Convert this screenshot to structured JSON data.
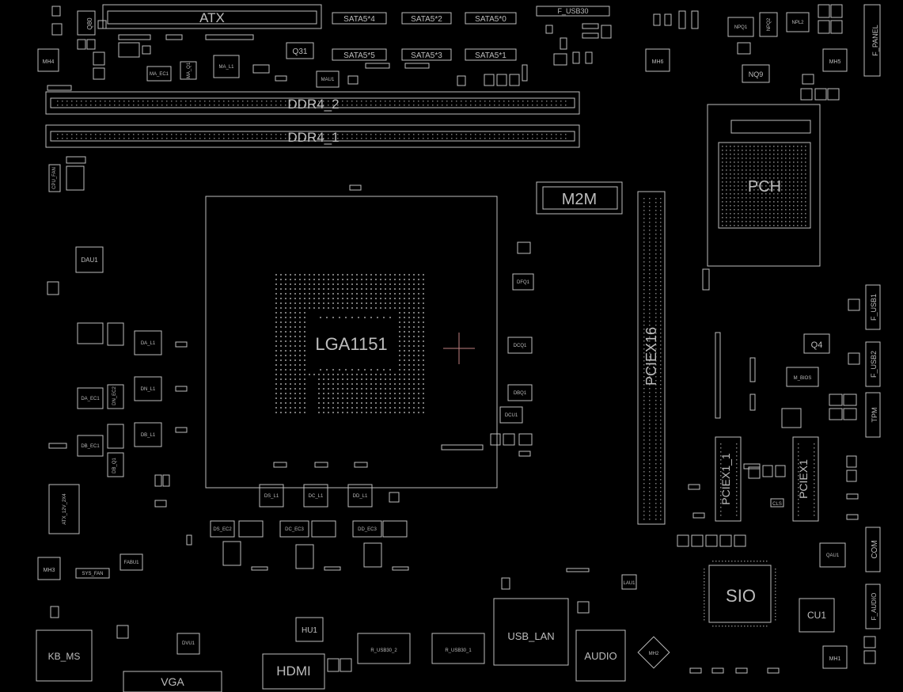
{
  "labels": {
    "atx": "ATX",
    "q80": "Q80",
    "q31": "Q31",
    "mh4": "MH4",
    "mh6": "MH6",
    "mh5": "MH5",
    "mh3": "MH3",
    "mh1": "MH1",
    "mh2": "MH2",
    "ma_l1": "MA_L1",
    "ma_ec1": "MA_EC1",
    "ma_q1": "MA_Q1",
    "ma_u1": "MAU1",
    "f_usb30": "F_USB30",
    "sata4": "SATA5*4",
    "sata2": "SATA5*2",
    "sata0": "SATA5*0",
    "sata5": "SATA5*5",
    "sata3": "SATA5*3",
    "sata1": "SATA5*1",
    "ddr4_2": "DDR4_2",
    "ddr4_1": "DDR4_1",
    "npq1": "NPQ1",
    "npq2": "NPQ2",
    "npl2": "NPL2",
    "nq9": "NQ9",
    "f_panel": "F_PANEL",
    "pch": "PCH",
    "m2m": "M2M",
    "pciex16": "PCIEX16",
    "lga": "LGA1151",
    "dau1": "DAU1",
    "da_l1": "DA_L1",
    "db_l1": "DB_L1",
    "dn_l1": "DN_L1",
    "da_ec1": "DA_EC1",
    "db_ec1": "DB_EC1",
    "dn_ec2": "DN_EC2",
    "db_q1": "DB_Q1",
    "atx12v": "ATX_12V_2X4",
    "cpu_fan": "CPU_FAN",
    "dfq1": "DFQ1",
    "dcq1": "DCQ1",
    "dbq1": "DBQ1",
    "dcu1": "DCU1",
    "ds_l1": "DS_L1",
    "dc_l1": "DC_L1",
    "dd_l1": "DD_L1",
    "ds_ec2": "DS_EC2",
    "dc_ec3": "DC_EC3",
    "dd_ec3": "DD_EC3",
    "pciex1_1": "PCIEX1_1",
    "pciex1": "PCIEX1",
    "q4": "Q4",
    "m_bios": "M_BIOS",
    "f_usb1": "F_USB1",
    "f_usb2": "F_USB2",
    "tpm": "TPM",
    "sio": "SIO",
    "com": "COM",
    "qau1": "QAU1",
    "cu1": "CU1",
    "f_audio": "F_AUDIO",
    "sys_fan": "SYS_FAN",
    "fabu1": "FABU1",
    "kb_ms": "KB_MS",
    "vga": "VGA",
    "dvu1": "DVU1",
    "hdmi": "HDMI",
    "hu1": "HU1",
    "r_usb30_2": "R_USB30_2",
    "r_usb30_1": "R_USB30_1",
    "usb_lan": "USB_LAN",
    "audio": "AUDIO",
    "lau1": "LAU1",
    "cls": "CLS"
  }
}
